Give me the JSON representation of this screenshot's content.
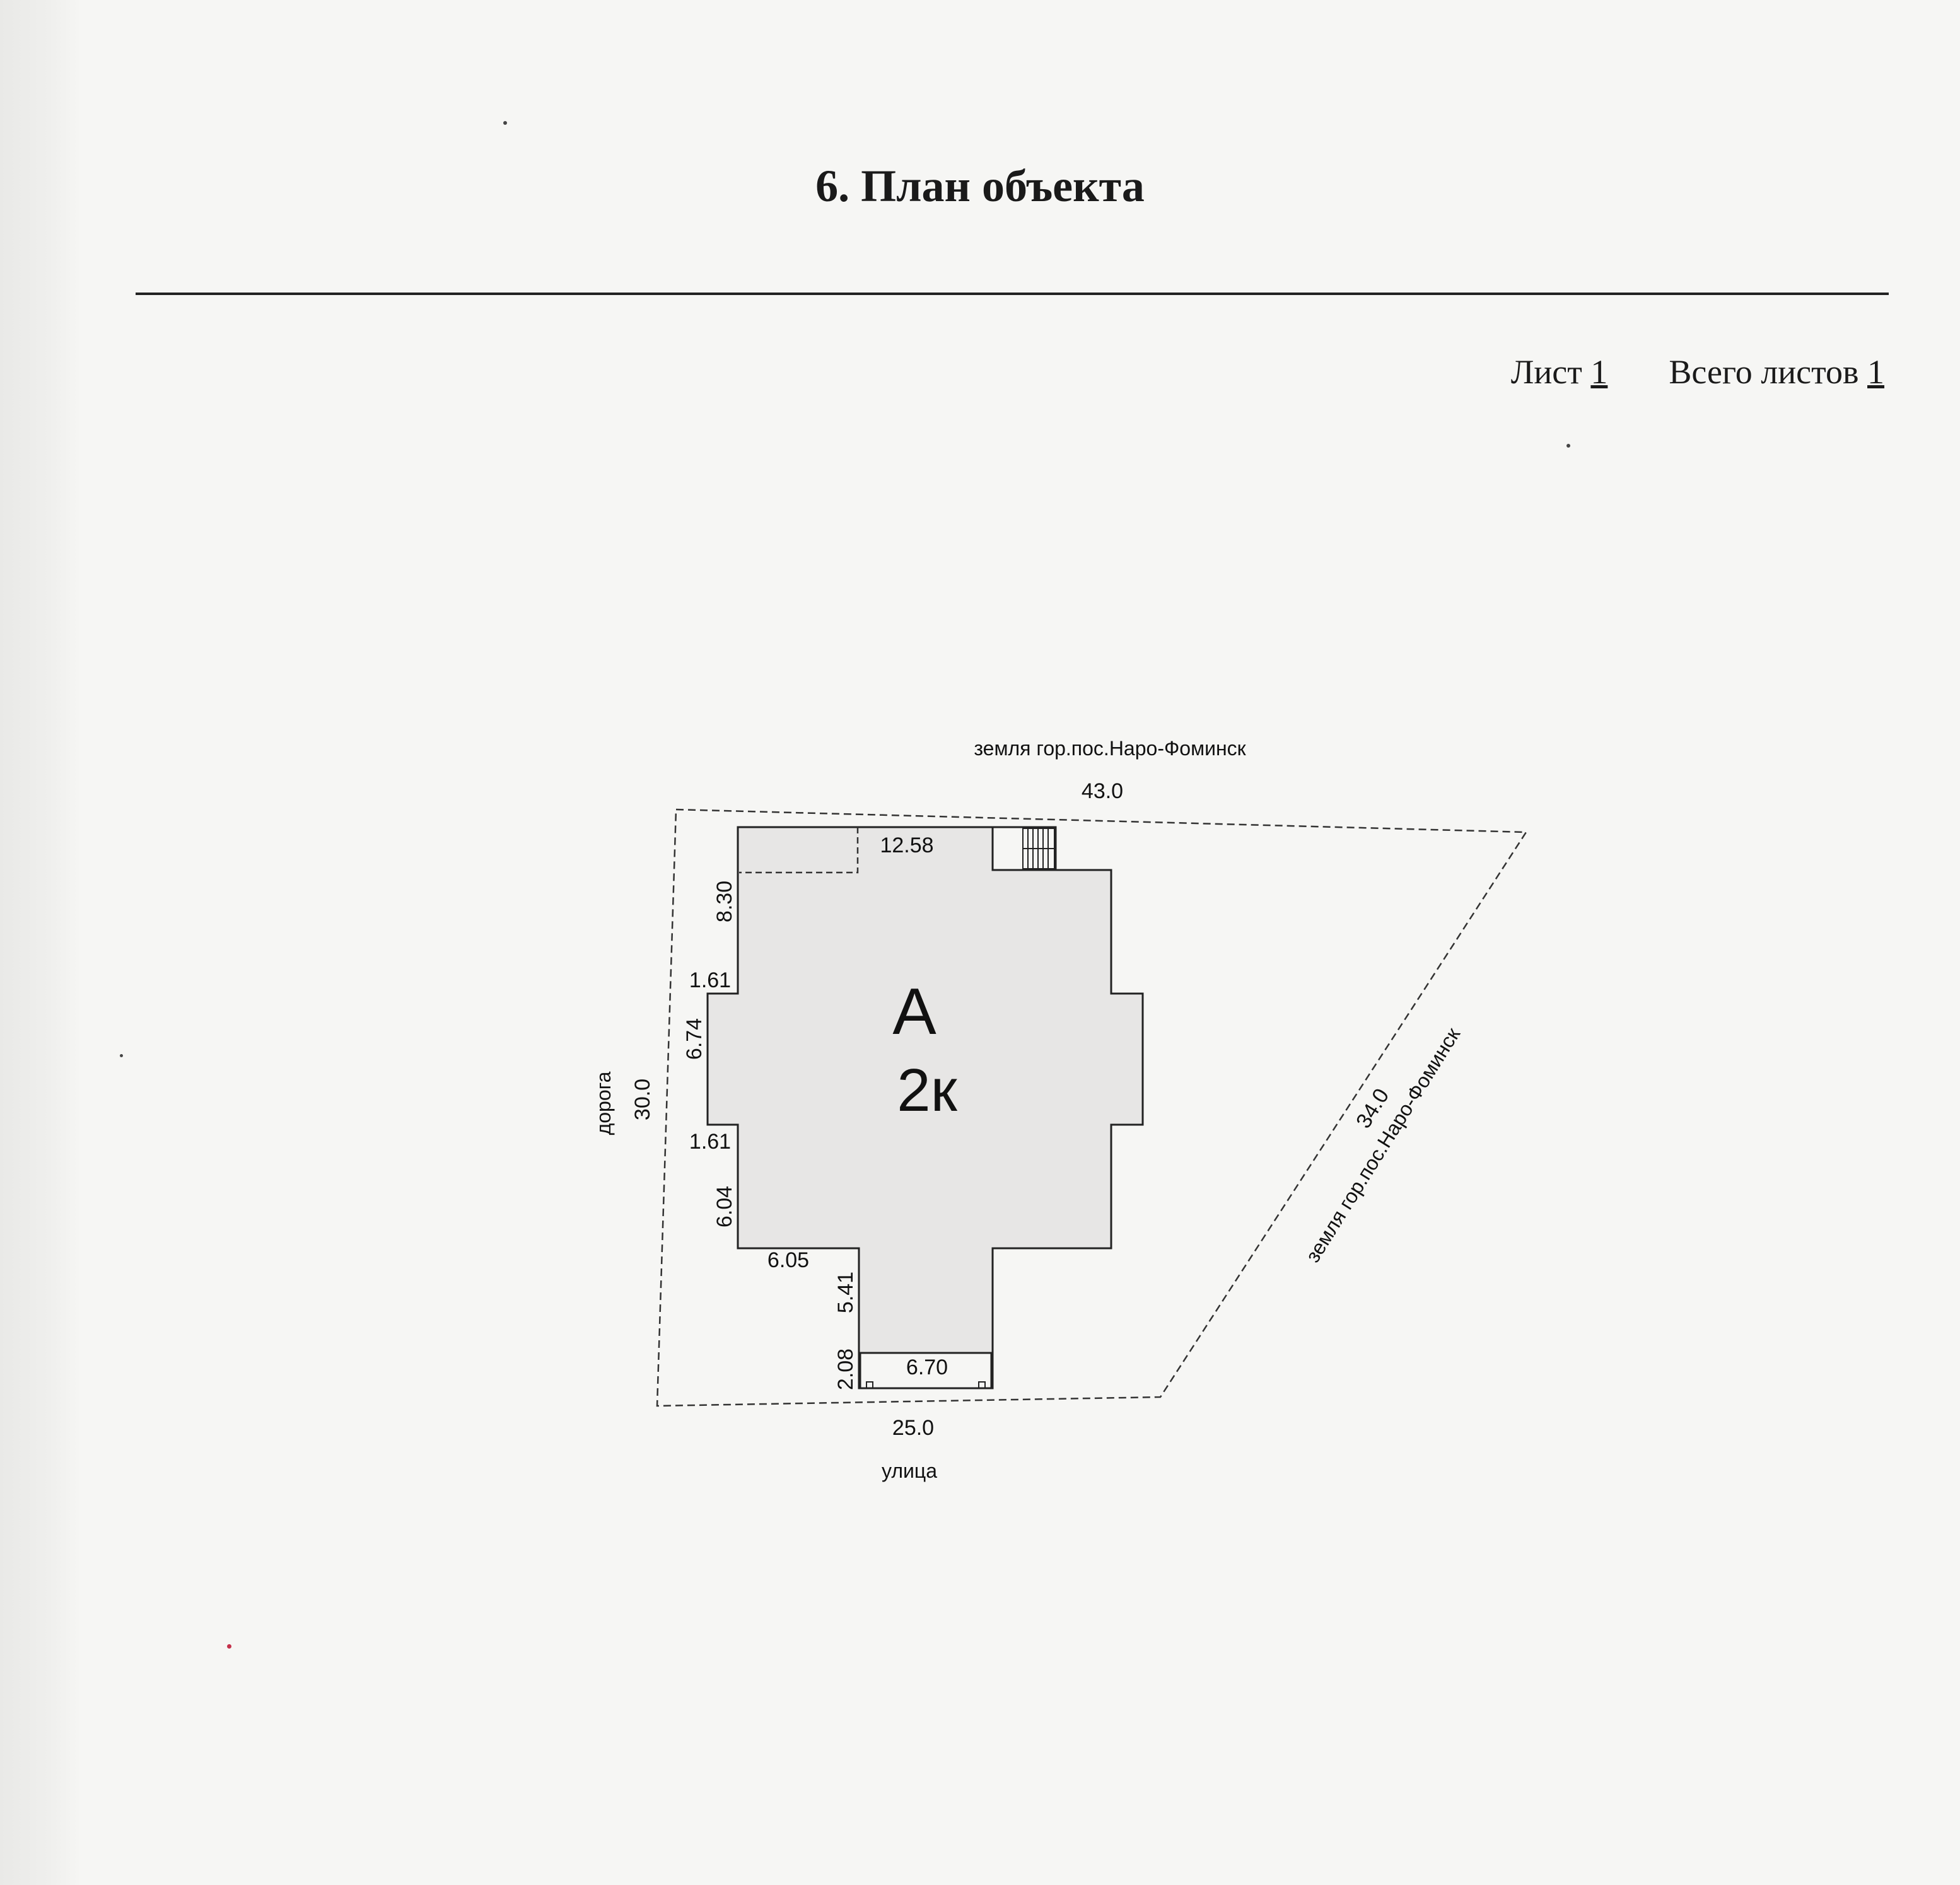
{
  "document": {
    "title": "6. План объекта",
    "sheet_label": "Лист",
    "sheet_number": "1",
    "total_label": "Всего листов",
    "total_number": "1"
  },
  "plan": {
    "boundaries": {
      "top_neighbor": "земля гор.пос.Наро-Фоминск",
      "top_length": "43.0",
      "left_neighbor": "дорога",
      "left_length": "30.0",
      "bottom_length": "25.0",
      "bottom_neighbor": "улица",
      "right_length": "34.0",
      "right_neighbor": "земля гор.пос.Наро-Фоминск"
    },
    "building": {
      "letter": "А",
      "type": "2к"
    },
    "dimensions": {
      "top_width": "12.58",
      "upper_left": "8.30",
      "left_step_upper": "1.61",
      "left_middle": "6.74",
      "left_step_lower": "1.61",
      "lower_left": "6.04",
      "bottom_offset": "6.05",
      "neck_height": "5.41",
      "porch_height": "2.08",
      "porch_width": "6.70"
    }
  }
}
